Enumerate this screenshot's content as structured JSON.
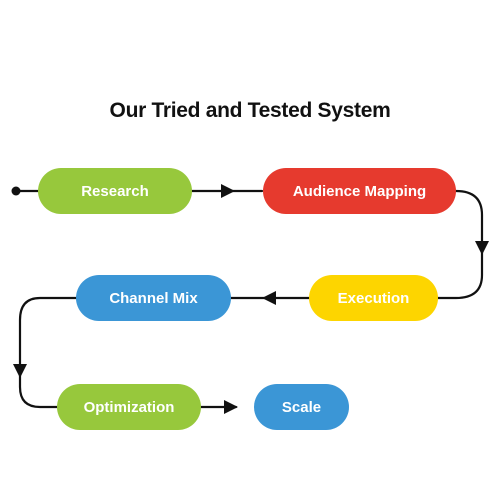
{
  "title": "Our Tried and Tested System",
  "steps": [
    {
      "id": "research",
      "label": "Research",
      "color": "#97c83c"
    },
    {
      "id": "audience",
      "label": "Audience Mapping",
      "color": "#e63a2e"
    },
    {
      "id": "execution",
      "label": "Execution",
      "color": "#fdd500"
    },
    {
      "id": "channel",
      "label": "Channel Mix",
      "color": "#3b96d6"
    },
    {
      "id": "optimization",
      "label": "Optimization",
      "color": "#97c83c"
    },
    {
      "id": "scale",
      "label": "Scale",
      "color": "#3b96d6"
    }
  ],
  "connector_color": "#111111"
}
